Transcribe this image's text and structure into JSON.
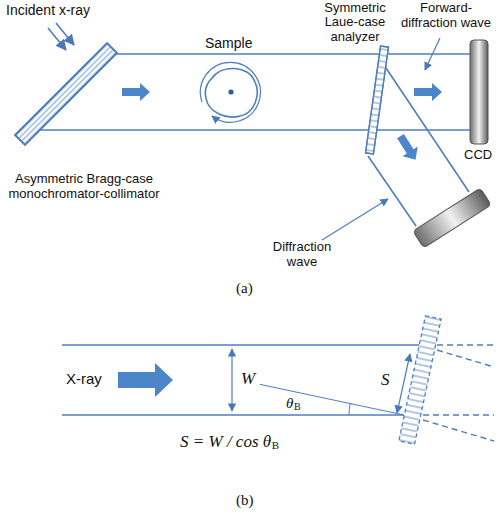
{
  "diagram": {
    "labels": [
      "Incident x-ray",
      "Sample",
      "Symmetric Laue-case analyzer",
      "Forward-diffraction wave",
      "CCD",
      "Asymmetric Bragg-case monochromator-collimator",
      "Diffraction wave",
      "(a)",
      "X-ray",
      "W",
      "S",
      "θ",
      "B",
      "S = W / cos θ",
      "B",
      "(b)"
    ]
  }
}
